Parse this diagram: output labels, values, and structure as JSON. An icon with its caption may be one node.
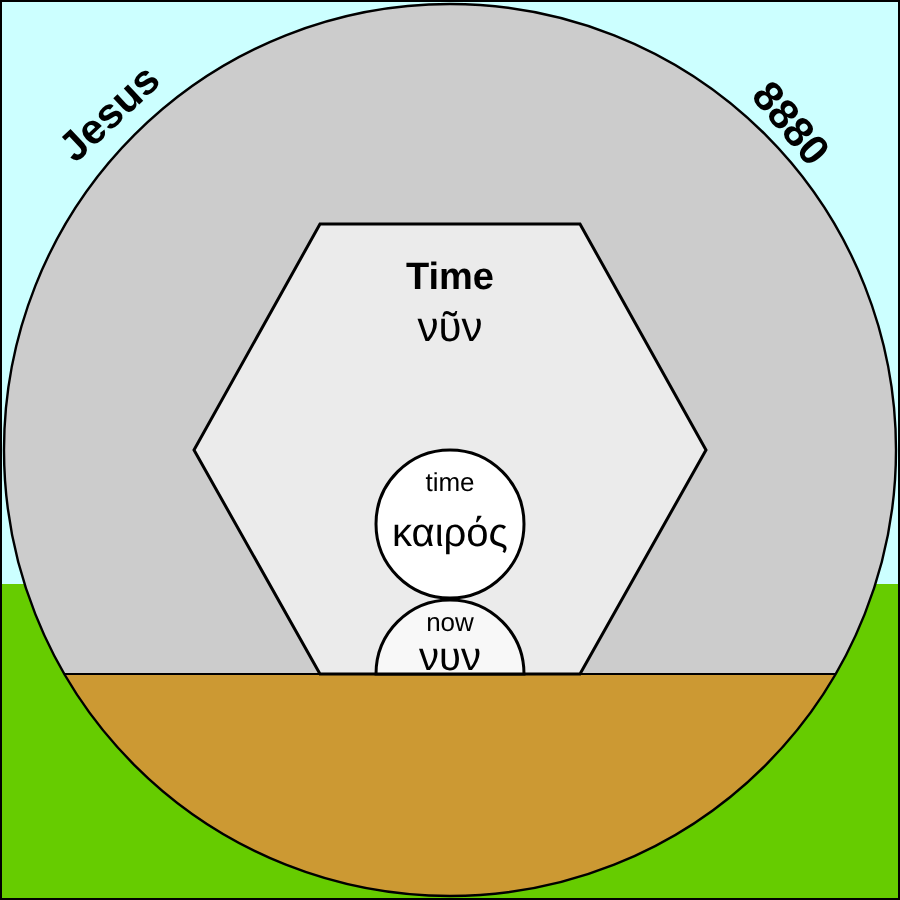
{
  "diagram": {
    "nodes": [
      {
        "text": [
          "Jesus",
          "8880"
        ]
      },
      {
        "text": [
          "Time",
          "νῦν"
        ],
        "in": 0
      },
      {
        "text": [
          "time",
          "καιρός"
        ],
        "in": 1
      },
      {
        "text": [
          "now",
          "νυν"
        ],
        "in": 1
      }
    ]
  }
}
